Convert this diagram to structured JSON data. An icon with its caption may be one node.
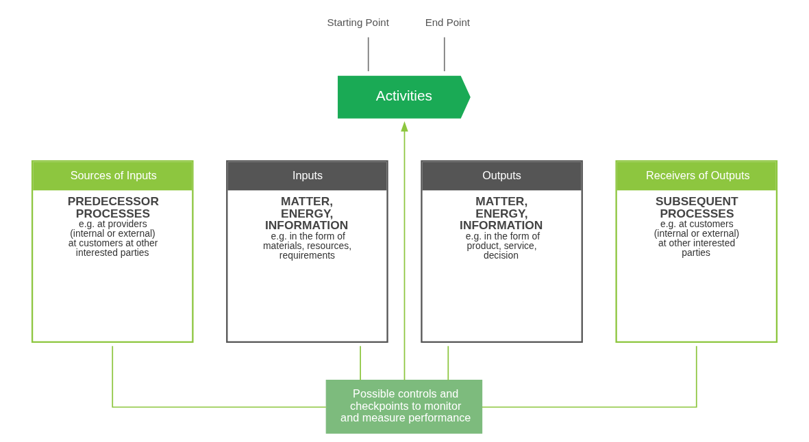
{
  "diagram": {
    "nodes": [
      {
        "text": [
          "Starting Point"
        ]
      },
      {
        "text": [
          "End Point"
        ]
      },
      {
        "text": [
          "Activities"
        ]
      },
      {
        "text": [
          "Sources of Inputs",
          "PREDECESSOR PROCESSES",
          "e.g. at providers (internal or external) at customers at other interested parties"
        ]
      },
      {
        "text": [
          "Inputs",
          "MATTER, ENERGY, INFORMATION",
          "e.g. in the form of materials, resources, requirements"
        ]
      },
      {
        "text": [
          "Outputs",
          "MATTER, ENERGY, INFORMATION",
          "e.g. in the form of product, service, decision"
        ]
      },
      {
        "text": [
          "Receivers of Outputs",
          "SUBSEQUENT PROCESSES",
          "e.g. at customers (internal or external) at other interested parties"
        ]
      },
      {
        "text": [
          "Possible controls and checkpoints to monitor and measure performance"
        ]
      }
    ],
    "edges": [
      {
        "from": 0,
        "to": 2,
        "arrow": "none",
        "color": "#777777"
      },
      {
        "from": 1,
        "to": 2,
        "arrow": "none",
        "color": "#777777"
      },
      {
        "from": 3,
        "to": 7,
        "arrow": "none"
      },
      {
        "from": 4,
        "to": 7,
        "arrow": "none"
      },
      {
        "from": 5,
        "to": 7,
        "arrow": "none"
      },
      {
        "from": 6,
        "to": 7,
        "arrow": "none"
      },
      {
        "from": 7,
        "to": 2,
        "arrow": "to"
      }
    ]
  }
}
